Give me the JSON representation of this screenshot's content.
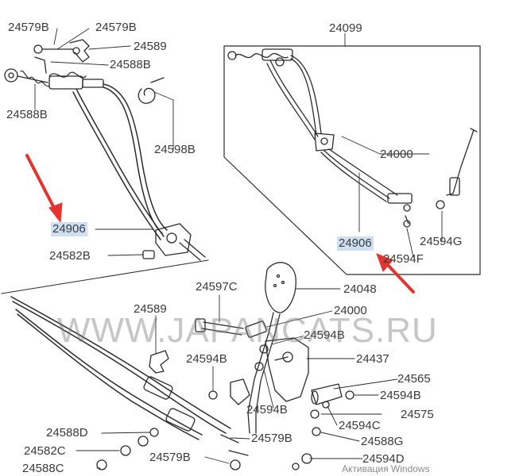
{
  "diagram": {
    "accent_color": "#e3342f",
    "highlight_color": "#cfe0f2",
    "callouts": {
      "c24579b_top1": "24579B",
      "c24579b_top2": "24579B",
      "c24589_top": "24589",
      "c24588b_top": "24588B",
      "c24588b_left": "24588B",
      "c24598b": "24598B",
      "c24906_left": "24906",
      "c24582b": "24582B",
      "c24099": "24099",
      "c24000_inset": "24000",
      "c24906_inset": "24906",
      "c24594g": "24594G",
      "c24594f": "24594F",
      "c24597c": "24597C",
      "c24048": "24048",
      "c24589_bottom": "24589",
      "c24000_bottom": "24000",
      "c24594b_1": "24594B",
      "c24594b_2": "24594B",
      "c24437": "24437",
      "c24565": "24565",
      "c24594b_3": "24594B",
      "c24594b_4": "24594B",
      "c24575": "24575",
      "c24594c": "24594C",
      "c24588d": "24588D",
      "c24579b_bottom1": "24579B",
      "c24588g": "24588G",
      "c24582c": "24582C",
      "c24579b_bottom2": "24579B",
      "c24594d": "24594D",
      "c24588c": "24588C"
    },
    "watermark": "WWW.JAPANCATS.RU",
    "os_notice": "Активация Windows"
  }
}
